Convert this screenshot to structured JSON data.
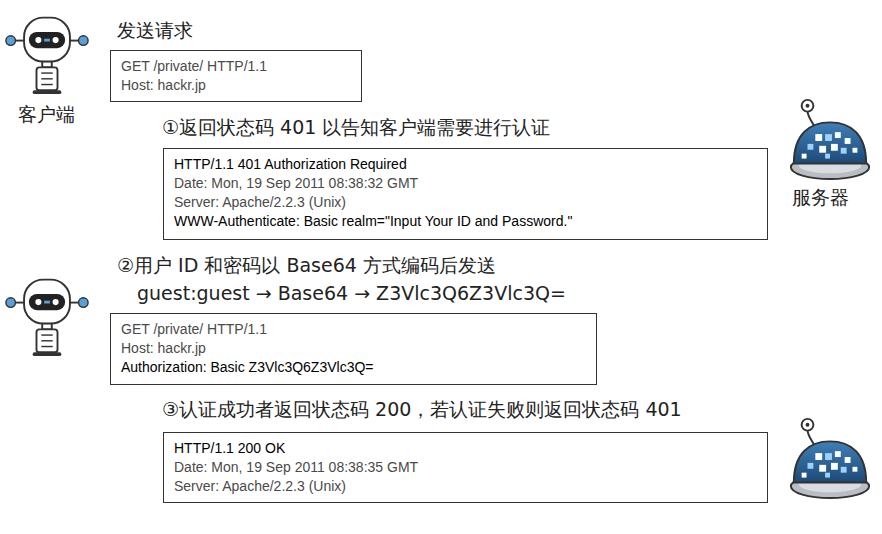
{
  "diagram": {
    "nodes": [
      {
        "text": [
          "GET /private/ HTTP/1.1",
          "Host: hackr.jp"
        ]
      },
      {
        "text": [
          "HTTP/1.1 401 Authorization Required",
          "Date: Mon, 19 Sep 2011 08:38:32 GMT",
          "Server: Apache/2.2.3 (Unix)",
          "WWW-Authenticate: Basic realm=\"Input Your ID and Password.\""
        ]
      },
      {
        "text": [
          "GET /private/ HTTP/1.1",
          "Host: hackr.jp",
          "Authorization: Basic Z3Vlc3Q6Z3Vlc3Q="
        ]
      },
      {
        "text": [
          "HTTP/1.1 200 OK",
          "Date: Mon, 19 Sep 2011 08:38:35 GMT",
          "Server: Apache/2.2.3 (Unix)"
        ]
      }
    ],
    "labels": [
      "发送请求",
      "客户端",
      "①返回状态码 401 以告知客户端需要进行认证",
      "服务器",
      "②用户 ID 和密码以 Base64 方式编码后发送",
      "guest:guest → Base64 → Z3Vlc3Q6Z3Vlc3Q=",
      "③认证成功者返回状态码 200，若认证失败则返回状态码 401"
    ]
  }
}
